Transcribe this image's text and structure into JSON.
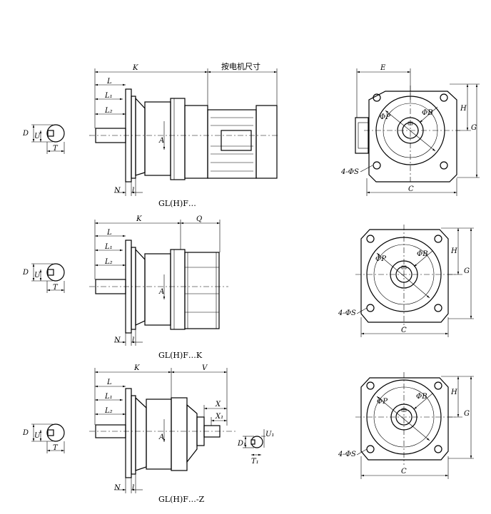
{
  "views": [
    {
      "caption": "GL(H)F…",
      "dims": {
        "K": "K",
        "motor": "按电机尺寸",
        "L": "L",
        "L1": "L₁",
        "L2": "L₂",
        "N": "N",
        "l": "l",
        "A": "A",
        "D": "D",
        "U": "U",
        "T": "T",
        "E": "E",
        "H": "H",
        "G": "G",
        "C": "C",
        "P": "ΦP",
        "B": "ΦB",
        "S": "4-ΦS"
      }
    },
    {
      "caption": "GL(H)F…K",
      "dims": {
        "K": "K",
        "Q": "Q",
        "L": "L",
        "L1": "L₁",
        "L2": "L₂",
        "N": "N",
        "l": "l",
        "A": "A",
        "D": "D",
        "U": "U",
        "T": "T",
        "H": "H",
        "G": "G",
        "C": "C",
        "P": "ΦP",
        "B": "ΦB",
        "S": "4-ΦS"
      }
    },
    {
      "caption": "GL(H)F…-Z",
      "dims": {
        "K": "K",
        "V": "V",
        "X": "X",
        "X1": "X₁",
        "L": "L",
        "L1": "L₁",
        "L2": "L₂",
        "N": "N",
        "l": "l",
        "A": "A",
        "D": "D",
        "U": "U",
        "T": "T",
        "D1": "D₁",
        "U1": "U₁",
        "T1": "T₁",
        "H": "H",
        "G": "G",
        "C": "C",
        "P": "ΦP",
        "B": "ΦB",
        "S": "4-ΦS"
      }
    }
  ]
}
